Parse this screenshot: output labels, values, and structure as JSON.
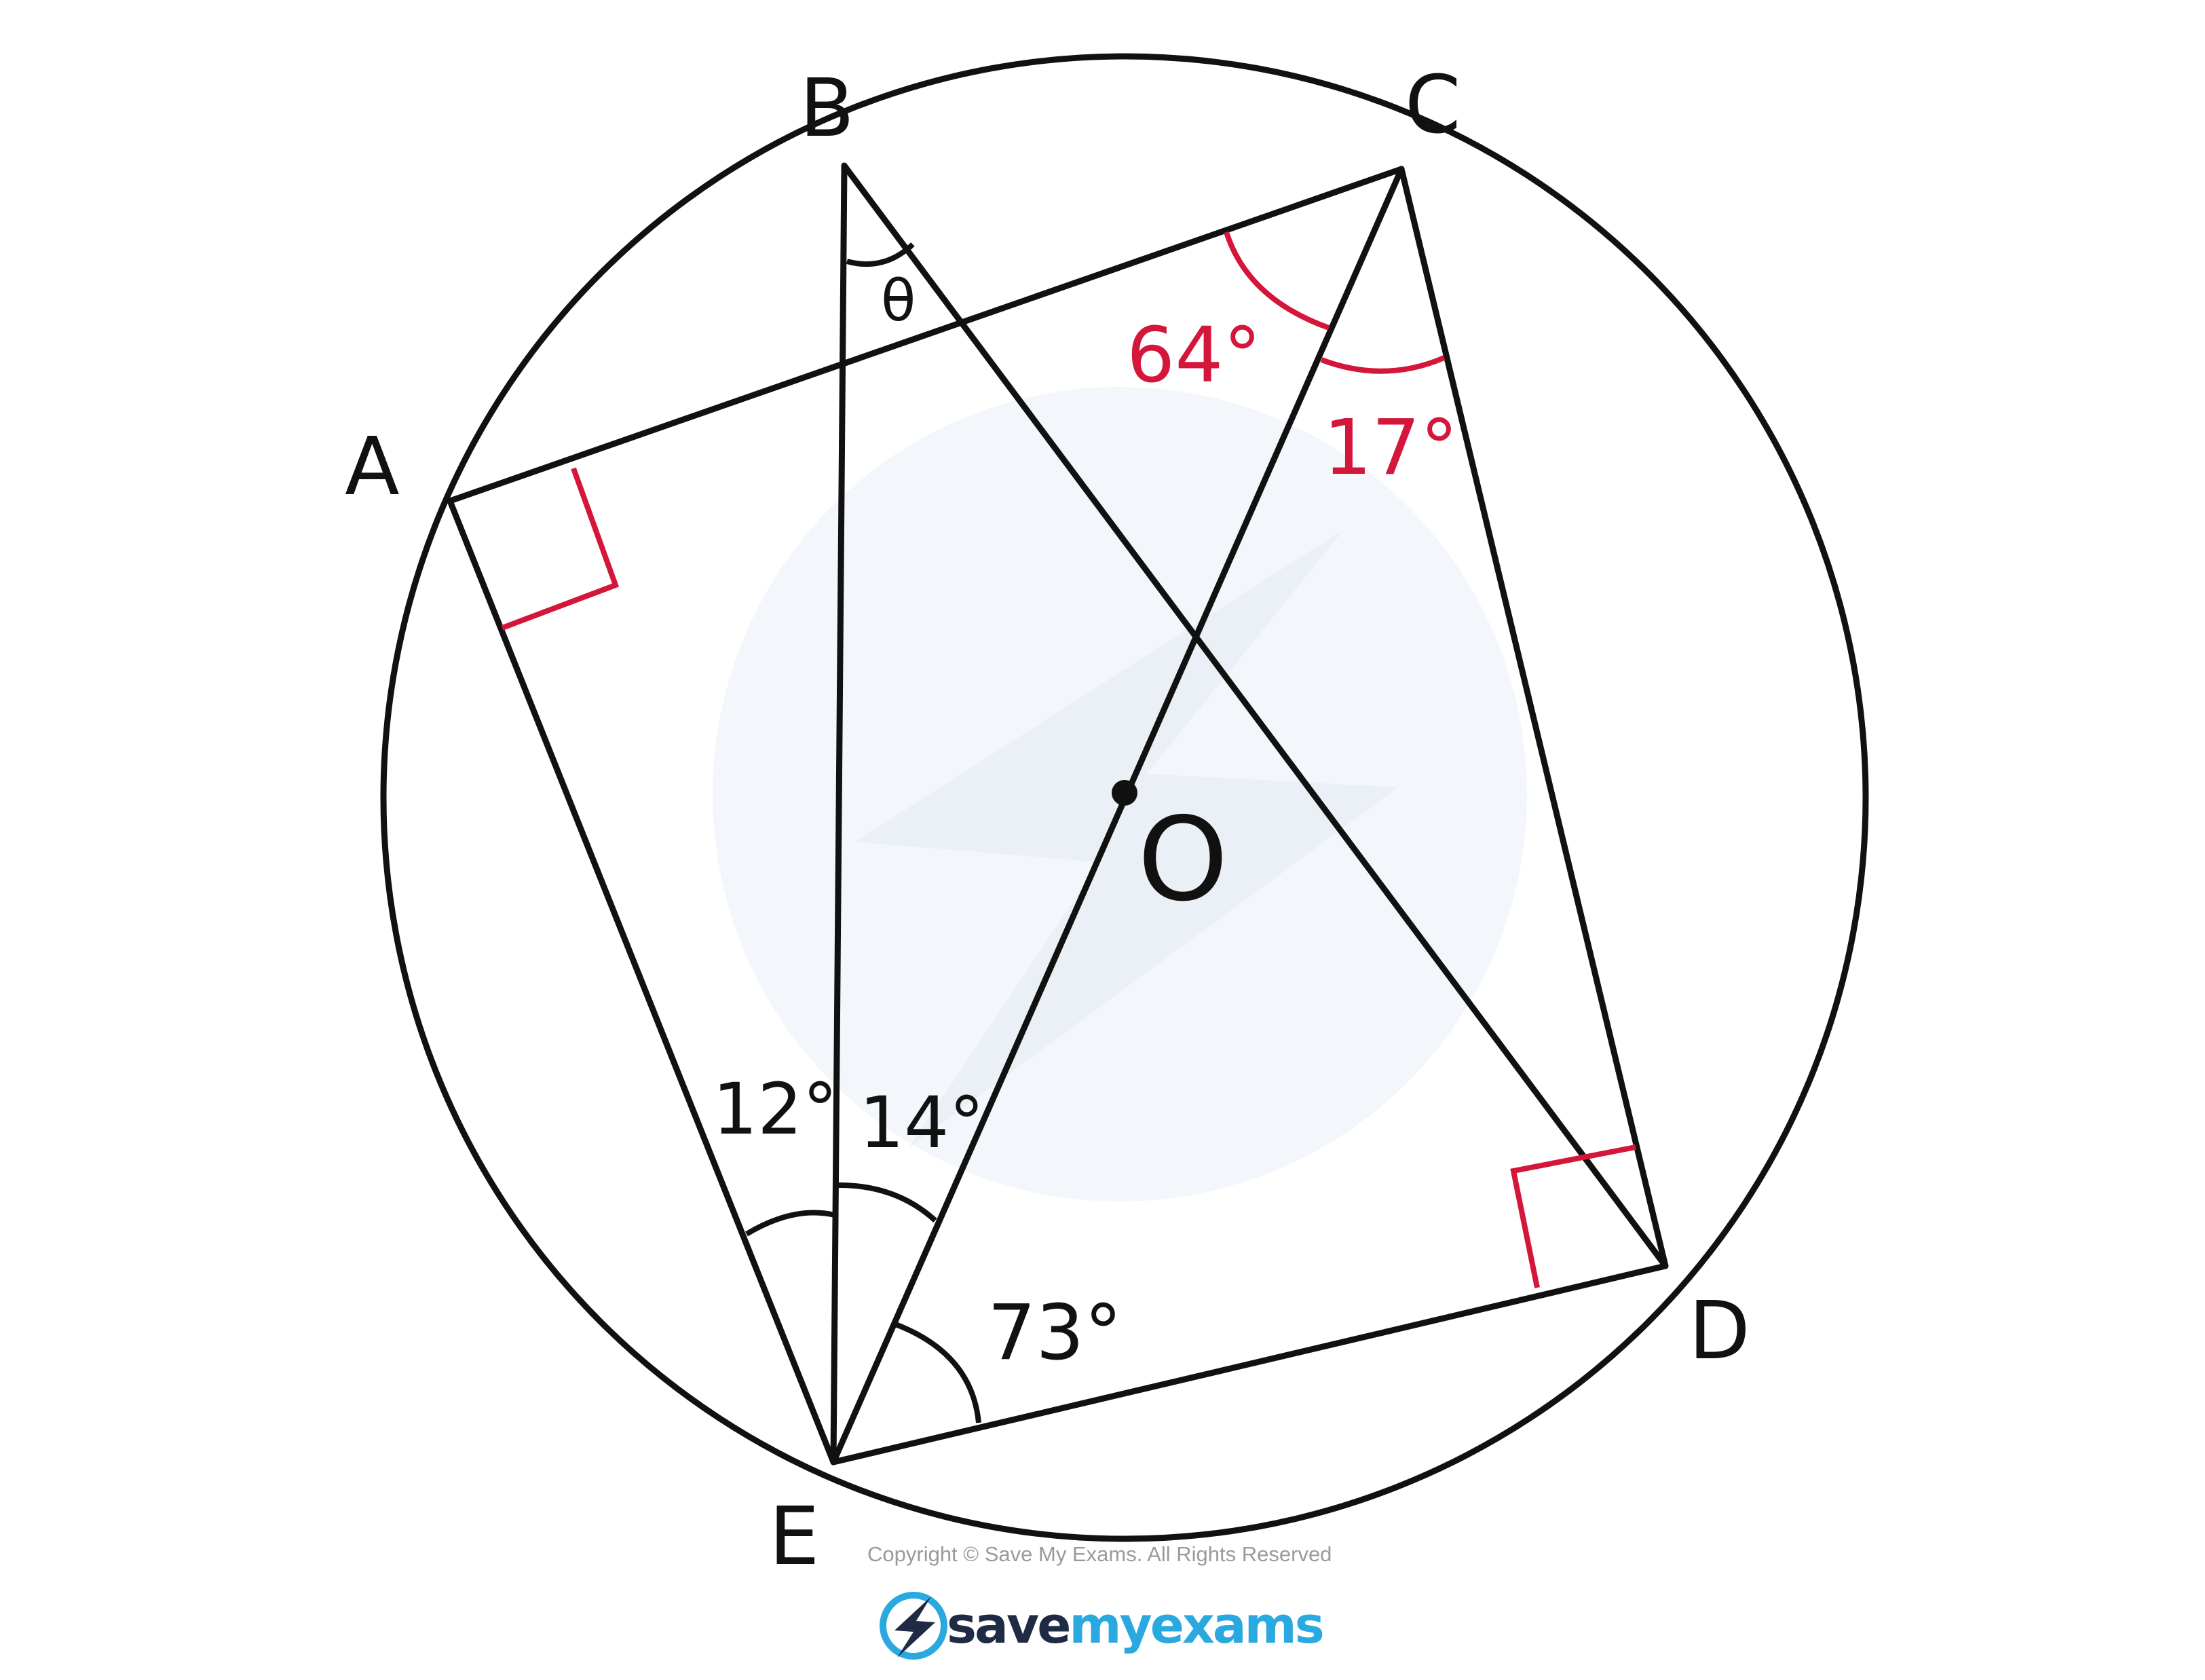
{
  "points": {
    "A": "A",
    "B": "B",
    "C": "C",
    "D": "D",
    "E": "E",
    "O": "O"
  },
  "angles": {
    "theta": "θ",
    "c_acd_part": "64°",
    "c_acd_other": "17°",
    "e_aeb": "12°",
    "e_beo": "14°",
    "e_ced": "73°"
  },
  "footer": {
    "copyright": "Copyright © Save My Exams. All Rights Reserved",
    "brand_save": "save",
    "brand_my": "my",
    "brand_exams": "exams"
  },
  "colors": {
    "ink": "#111111",
    "accent": "#d4163a",
    "brand_dark": "#1f2a44",
    "brand_blue": "#2aa8e0",
    "watermark": "#eef3f8"
  },
  "icons": [
    "lightning-bolt-icon"
  ]
}
